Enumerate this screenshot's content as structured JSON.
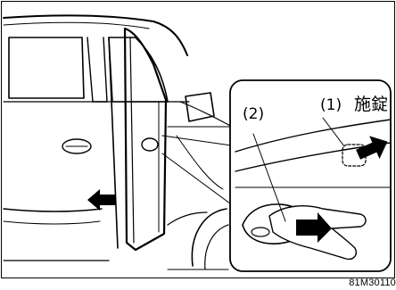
{
  "figure": {
    "image_code": "81M30110",
    "callouts": {
      "label_1": "(1)",
      "label_2": "(2)",
      "lock_label": "施錠"
    }
  }
}
